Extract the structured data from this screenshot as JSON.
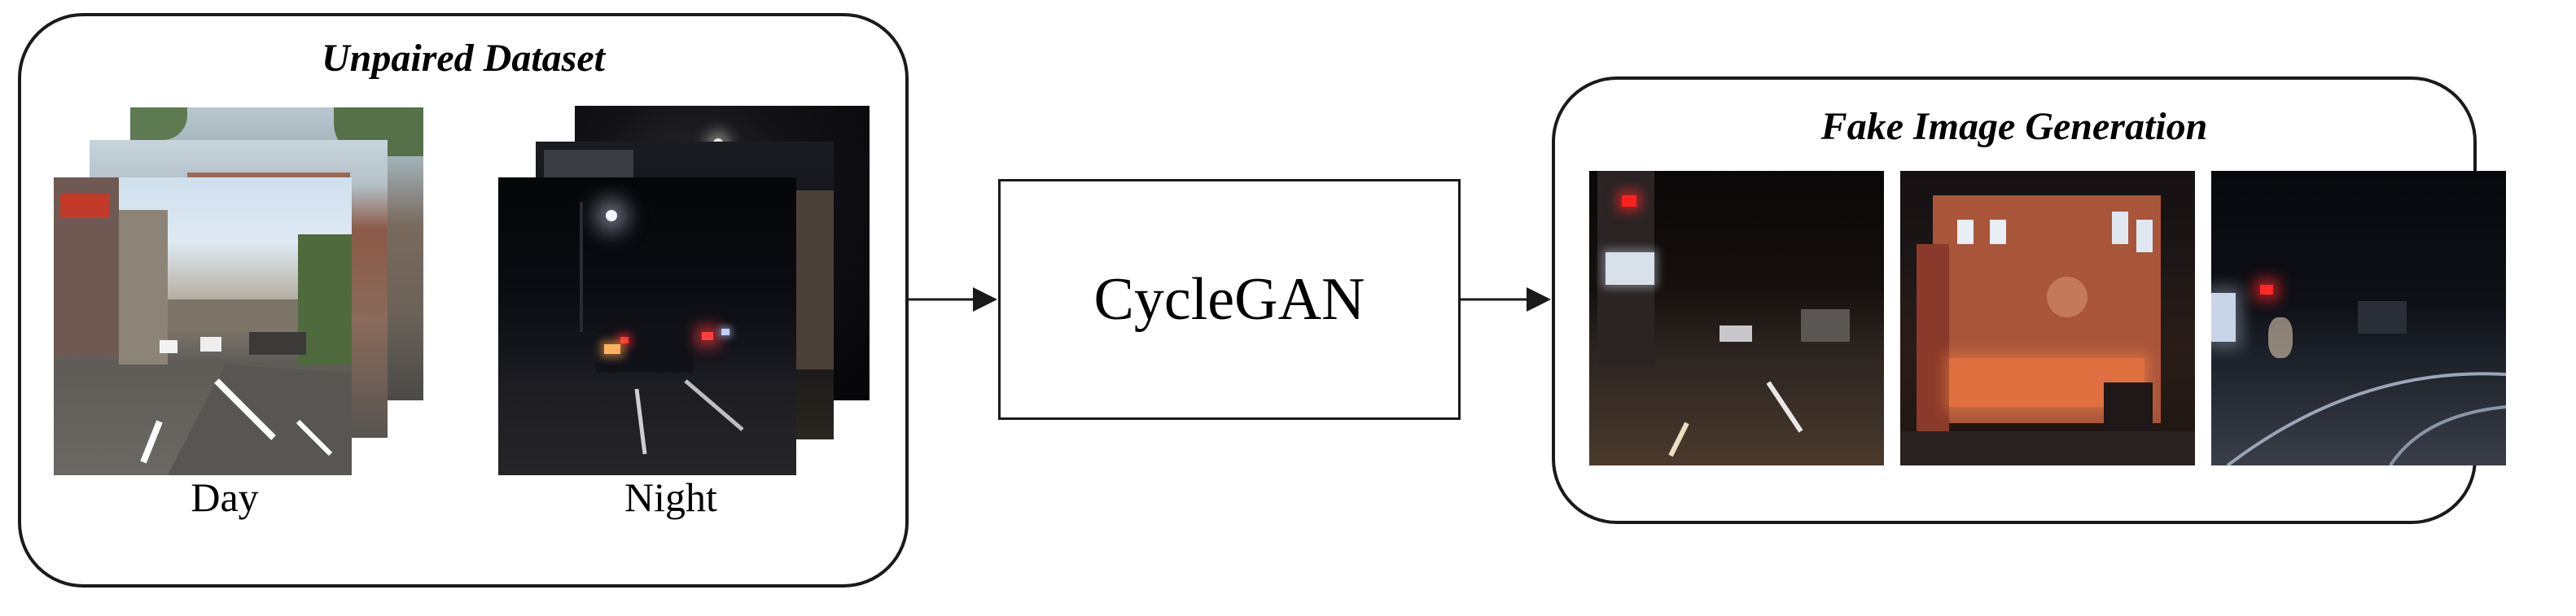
{
  "left_panel": {
    "title": "Unpaired Dataset",
    "day_label": "Day",
    "night_label": "Night"
  },
  "center": {
    "label": "CycleGAN"
  },
  "right_panel": {
    "title": "Fake Image Generation"
  },
  "colors": {
    "border": "#1a1a1a",
    "arrow": "#1a1a1a",
    "background": "#ffffff"
  }
}
